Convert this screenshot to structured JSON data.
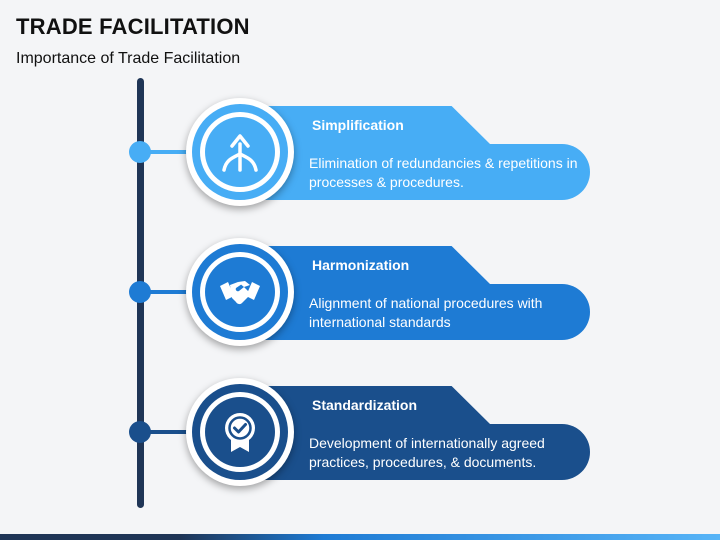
{
  "header": {
    "title": "TRADE FACILITATION",
    "subtitle": "Importance of Trade Facilitation"
  },
  "items": [
    {
      "heading": "Simplification",
      "description": "Elimination of redundancies & repetitions in processes & procedures.",
      "icon": "merge-arrow-icon",
      "color": "#47adf5"
    },
    {
      "heading": "Harmonization",
      "description": "Alignment of national procedures with international standards",
      "icon": "handshake-icon",
      "color": "#1e7bd4"
    },
    {
      "heading": "Standardization",
      "description": "Development of internationally agreed practices, procedures, & documents.",
      "icon": "award-badge-icon",
      "color": "#1a4f8c"
    }
  ],
  "colors": {
    "spine": "#1f3556",
    "background": "#f4f5f7"
  }
}
